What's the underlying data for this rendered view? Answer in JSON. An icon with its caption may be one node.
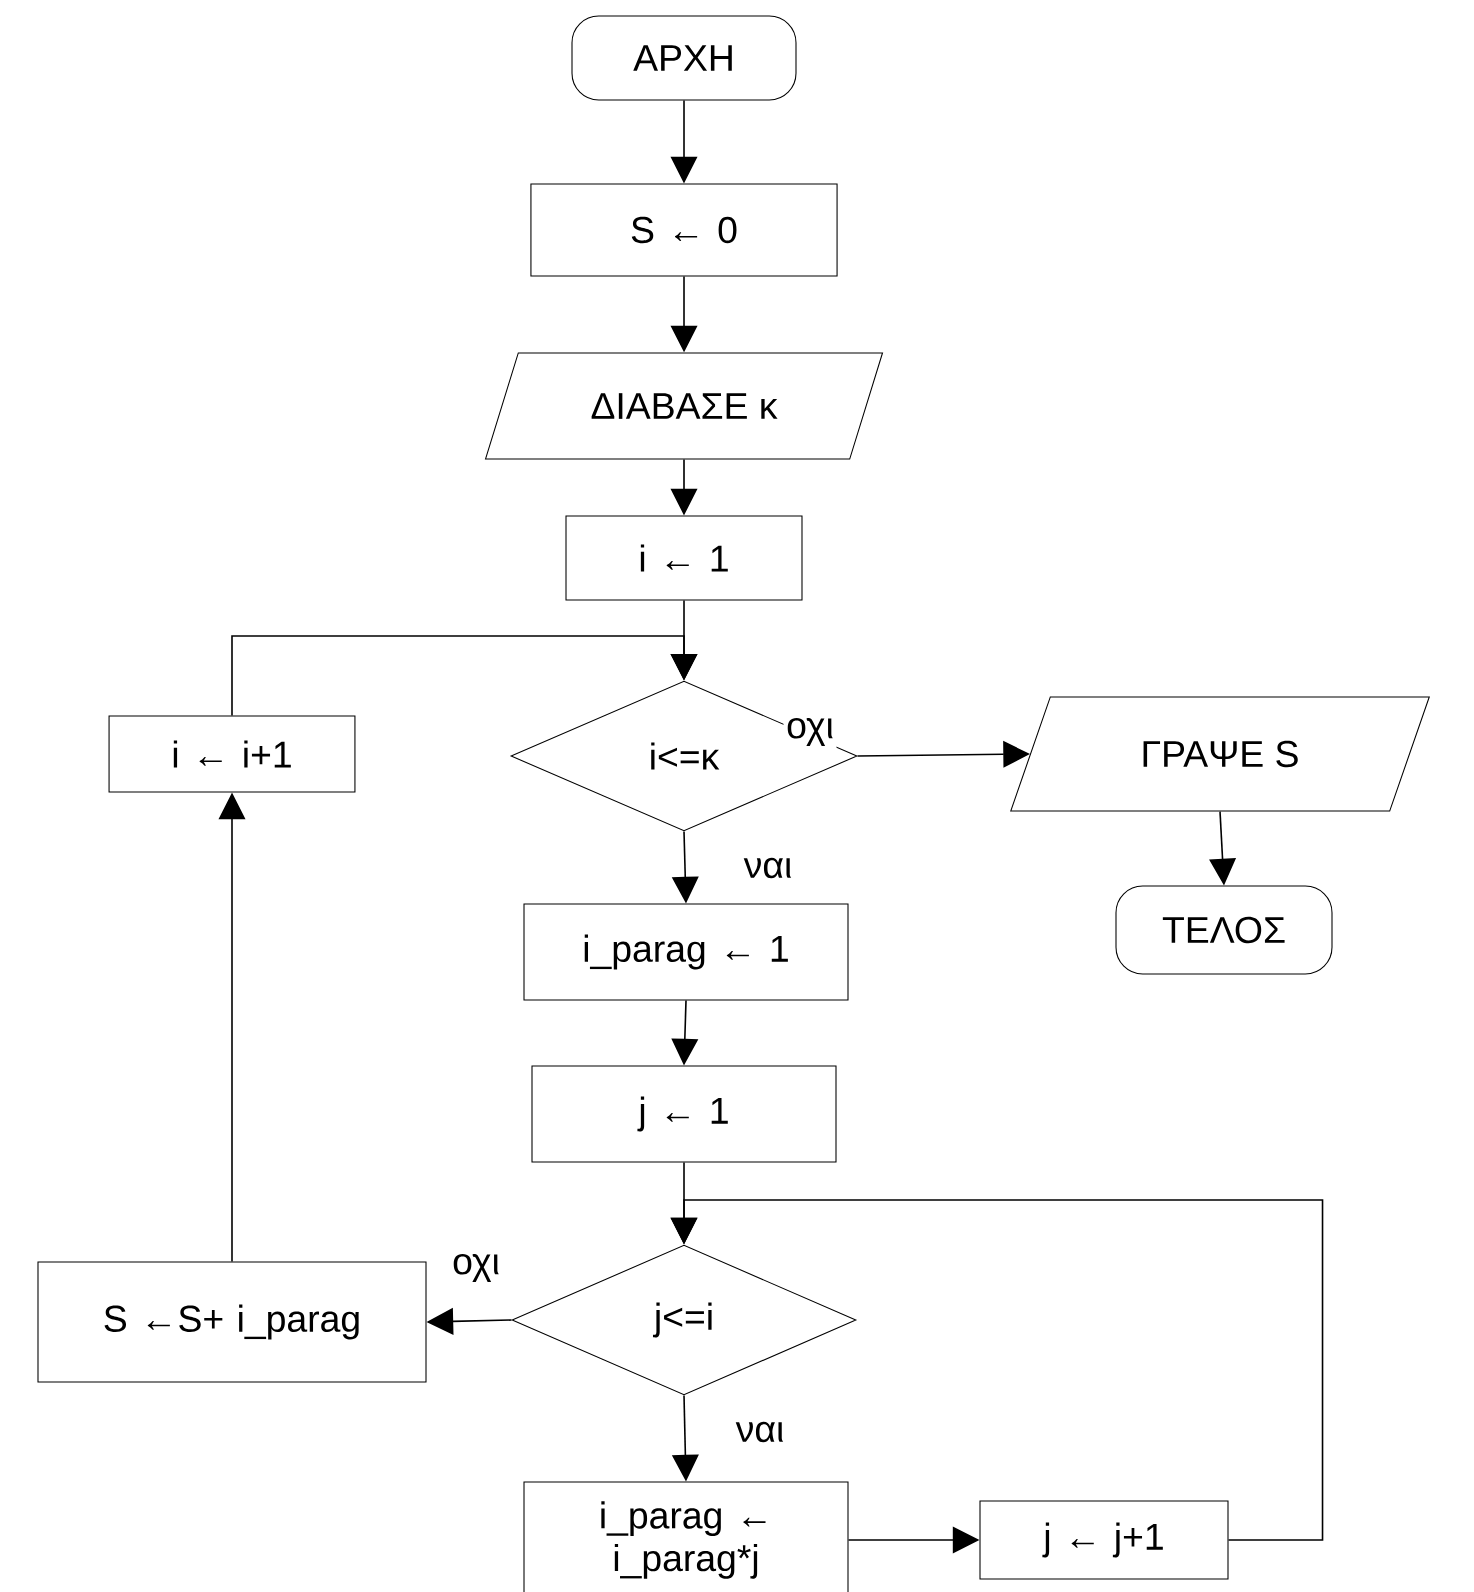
{
  "diagram": {
    "nodes": [
      {
        "text": [
          "ΑΡΧΗ"
        ]
      },
      {
        "text": [
          "S ← 0"
        ]
      },
      {
        "text": [
          "ΔΙΑΒΑΣΕ κ"
        ]
      },
      {
        "text": [
          "i ← 1"
        ]
      },
      {
        "text": [
          "i<=κ"
        ]
      },
      {
        "text": [
          "ΓΡΑΨΕ S"
        ]
      },
      {
        "text": [
          "ΤΕΛΟΣ"
        ]
      },
      {
        "text": [
          "i ← i+1"
        ]
      },
      {
        "text": [
          "i_parag ← 1"
        ]
      },
      {
        "text": [
          "j ← 1"
        ]
      },
      {
        "text": [
          "j<=i"
        ]
      },
      {
        "text": [
          "S ←S+ i_parag"
        ]
      },
      {
        "text": [
          "i_parag ← i_parag*j"
        ]
      },
      {
        "text": [
          "j ← j+1"
        ]
      }
    ],
    "edges": [
      {
        "from": 0,
        "to": 1,
        "arrow": "to"
      },
      {
        "from": 1,
        "to": 2,
        "arrow": "to"
      },
      {
        "from": 2,
        "to": 3,
        "arrow": "to"
      },
      {
        "from": 3,
        "to": 4,
        "arrow": "to"
      },
      {
        "from": 4,
        "to": 5,
        "arrow": "to",
        "label": "οχι"
      },
      {
        "from": 5,
        "to": 6,
        "arrow": "to"
      },
      {
        "from": 4,
        "to": 8,
        "arrow": "to",
        "label": "ναι"
      },
      {
        "from": 8,
        "to": 9,
        "arrow": "to"
      },
      {
        "from": 9,
        "to": 10,
        "arrow": "to"
      },
      {
        "from": 10,
        "to": 11,
        "arrow": "to",
        "label": "οχι"
      },
      {
        "from": 10,
        "to": 12,
        "arrow": "to",
        "label": "ναι"
      },
      {
        "from": 12,
        "to": 13,
        "arrow": "to"
      },
      {
        "from": 13,
        "to": 10,
        "arrow": "to"
      },
      {
        "from": 11,
        "to": 7,
        "arrow": "to"
      },
      {
        "from": 7,
        "to": 4,
        "arrow": "to"
      }
    ]
  }
}
